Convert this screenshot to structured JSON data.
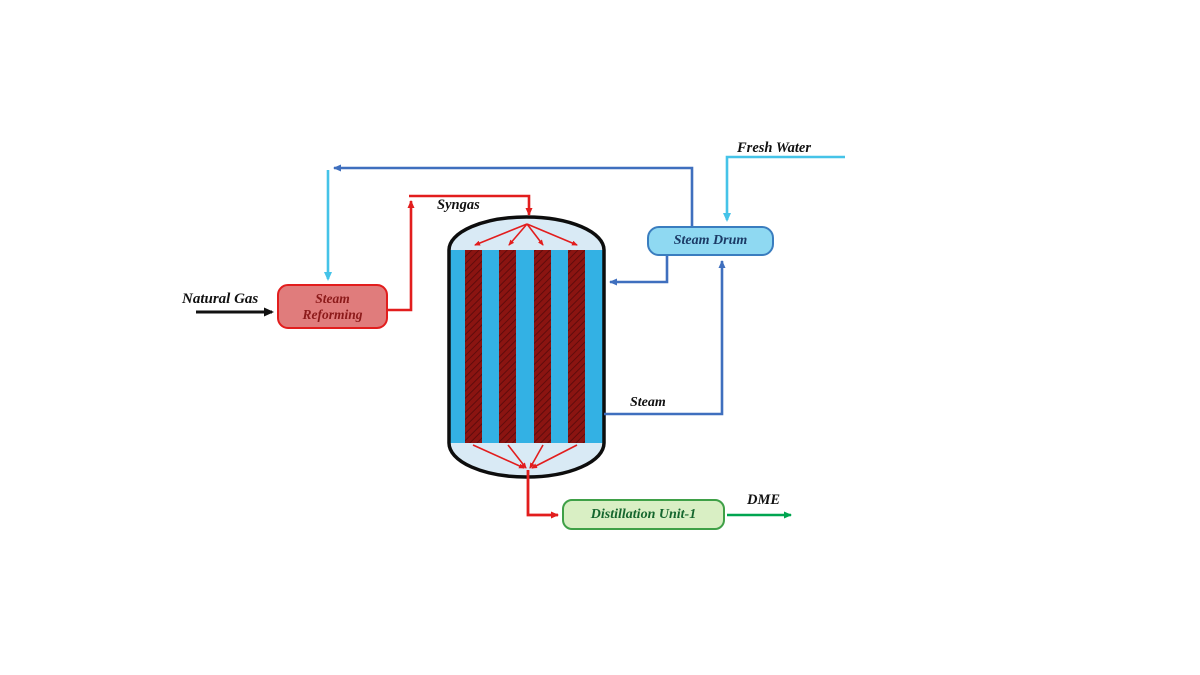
{
  "nodes": {
    "steam_reforming": {
      "label": "Steam Reforming"
    },
    "steam_drum": {
      "label": "Steam Drum"
    },
    "distillation_unit": {
      "label": "Distillation Unit-1"
    }
  },
  "streams": {
    "natural_gas": "Natural Gas",
    "syngas": "Syngas",
    "fresh_water": "Fresh Water",
    "steam": "Steam",
    "dme": "DME"
  },
  "colors": {
    "line_red": "#e21d1d",
    "line_blue": "#3f6fbe",
    "line_cyan": "#45c3e8",
    "line_green": "#00a550",
    "line_black": "#111111",
    "reformer_fill": "#e07c7c",
    "reformer_border": "#e21d1d",
    "reformer_text": "#8c1a1a",
    "drum_fill": "#8fd9f2",
    "drum_border": "#3a7dbf",
    "drum_text": "#1b3a66",
    "distill_fill": "#d9efc4",
    "distill_border": "#3fa047",
    "distill_text": "#15662e",
    "vessel_body": "#33b1e4",
    "vessel_dome": "#d9eaf5",
    "vessel_outline": "#0d0d0d",
    "tube_dark_red": "#8b1411",
    "tube_hatch": "#5f0c0c"
  }
}
